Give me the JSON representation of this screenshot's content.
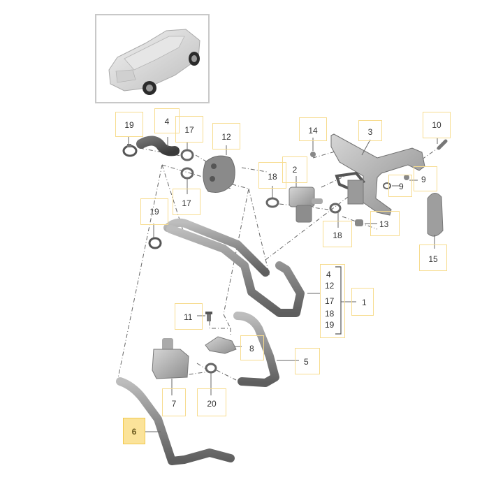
{
  "diagram": {
    "title_thumbnail": "vehicle-overview-thumbnail",
    "highlighted_part": "6",
    "colors": {
      "callout_border": "#f7dc8f",
      "callout_highlight_fill": "#fbe39a",
      "part_gray": "#8c8c8c",
      "leader_line": "#555555",
      "dash_line": "#666666"
    },
    "callouts": [
      {
        "id": "c19a",
        "label": "19"
      },
      {
        "id": "c4",
        "label": "4"
      },
      {
        "id": "c17a",
        "label": "17"
      },
      {
        "id": "c12",
        "label": "12"
      },
      {
        "id": "c17b",
        "label": "17"
      },
      {
        "id": "c19b",
        "label": "19"
      },
      {
        "id": "c14",
        "label": "14"
      },
      {
        "id": "c3",
        "label": "3"
      },
      {
        "id": "c10",
        "label": "10"
      },
      {
        "id": "c18a",
        "label": "18"
      },
      {
        "id": "c2",
        "label": "2"
      },
      {
        "id": "c9a",
        "label": "9"
      },
      {
        "id": "c9b",
        "label": "9"
      },
      {
        "id": "c13",
        "label": "13"
      },
      {
        "id": "c18b",
        "label": "18"
      },
      {
        "id": "c15",
        "label": "15"
      },
      {
        "id": "c1",
        "label": "1"
      },
      {
        "id": "c11",
        "label": "11"
      },
      {
        "id": "c8",
        "label": "8"
      },
      {
        "id": "c5",
        "label": "5"
      },
      {
        "id": "c7",
        "label": "7"
      },
      {
        "id": "c20",
        "label": "20"
      },
      {
        "id": "c6",
        "label": "6"
      }
    ],
    "kit_group": {
      "label": "1",
      "members": [
        "4",
        "12",
        "17",
        "18",
        "19"
      ]
    }
  }
}
